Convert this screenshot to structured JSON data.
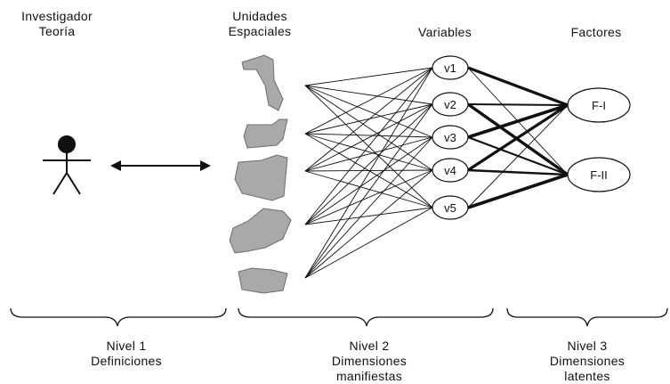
{
  "headers": {
    "investigador": [
      "Investigador",
      "Teoría"
    ],
    "unidades": [
      "Unidades",
      "Espaciales"
    ],
    "variables": "Variables",
    "factores": "Factores"
  },
  "variables": [
    "v1",
    "v2",
    "v3",
    "v4",
    "v5"
  ],
  "factores": [
    "F-I",
    "F-II"
  ],
  "levels": [
    {
      "line1": "Nivel 1",
      "line2": "Definiciones",
      "line3": ""
    },
    {
      "line1": "Nivel 2",
      "line2": "Dimensiones",
      "line3": "manifiestas"
    },
    {
      "line1": "Nivel 3",
      "line2": "Dimensiones",
      "line3": "latentes"
    }
  ],
  "colors": {
    "ink": "#111111",
    "unit_fill": "#a9a9a9",
    "unit_stroke": "#6d6d6d"
  }
}
